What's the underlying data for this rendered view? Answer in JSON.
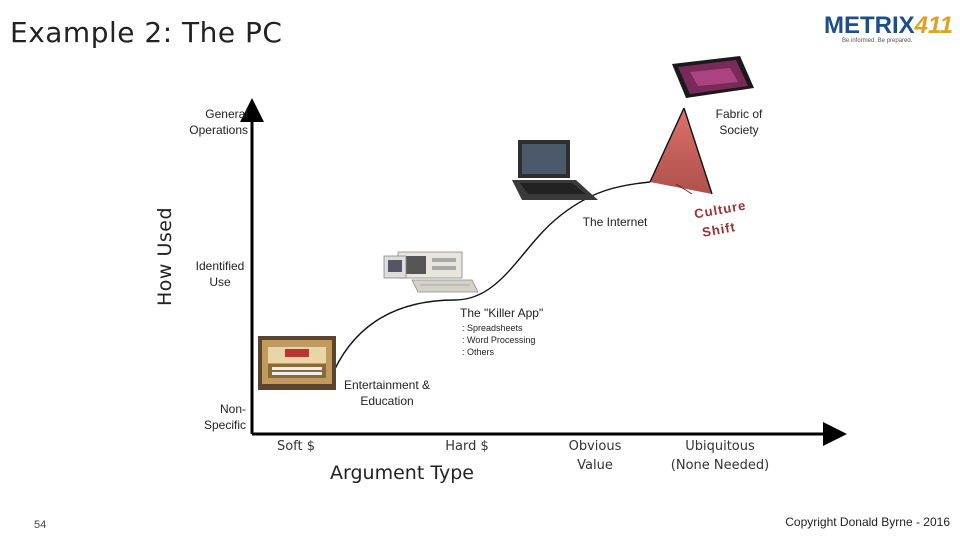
{
  "title": "Example 2: The PC",
  "logo": {
    "main": "METRIX",
    "num": "411",
    "tagline": "Be informed. Be prepared."
  },
  "y_axis": {
    "label": "How Used",
    "levels": {
      "top": "General Operations",
      "mid": "Identified Use",
      "bottom": "Non-Specific"
    }
  },
  "x_axis": {
    "label": "Argument Type",
    "stages": [
      "Soft $",
      "Hard $",
      "Obvious Value",
      "Ubiquitous (None Needed)"
    ]
  },
  "annotations": {
    "entertainment": "Entertainment & Education",
    "killer_app": "The \"Killer App\"",
    "killer_items": [
      ": Spreadsheets",
      ": Word Processing",
      ": Others"
    ],
    "internet": "The Internet",
    "fabric": "Fabric of Society",
    "culture_shift_1": "Culture",
    "culture_shift_2": "Shift"
  },
  "images": [
    "apple-i-computer",
    "ibm-pc-computer",
    "asus-laptop",
    "tablet-device"
  ],
  "colors": {
    "axis": "#000000",
    "wedge": "#c0504d",
    "culture": "#9b3232",
    "logo_blue": "#1b4f8a",
    "logo_gold": "#e0a020"
  },
  "footer": {
    "page_number": "54",
    "copyright": "Copyright Donald Byrne - 2016"
  }
}
